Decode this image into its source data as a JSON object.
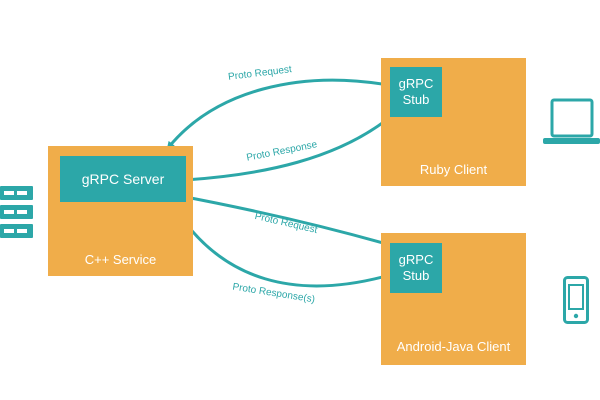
{
  "server": {
    "inner_label": "gRPC Server",
    "outer_label": "C++ Service"
  },
  "ruby": {
    "stub_line1": "gRPC",
    "stub_line2": "Stub",
    "outer_label": "Ruby Client"
  },
  "android": {
    "stub_line1": "gRPC",
    "stub_line2": "Stub",
    "outer_label": "Android-Java Client"
  },
  "edges": {
    "ruby_request": "Proto Request",
    "ruby_response": "Proto Response",
    "android_request": "Proto Request",
    "android_response": "Proto Response(s)"
  },
  "icons": {
    "server": "server-rack-icon",
    "laptop": "laptop-icon",
    "phone": "mobile-phone-icon"
  },
  "colors": {
    "service_box": "#f0ad4a",
    "stub_box": "#2ca7a8",
    "arrow": "#2ca7a8"
  }
}
